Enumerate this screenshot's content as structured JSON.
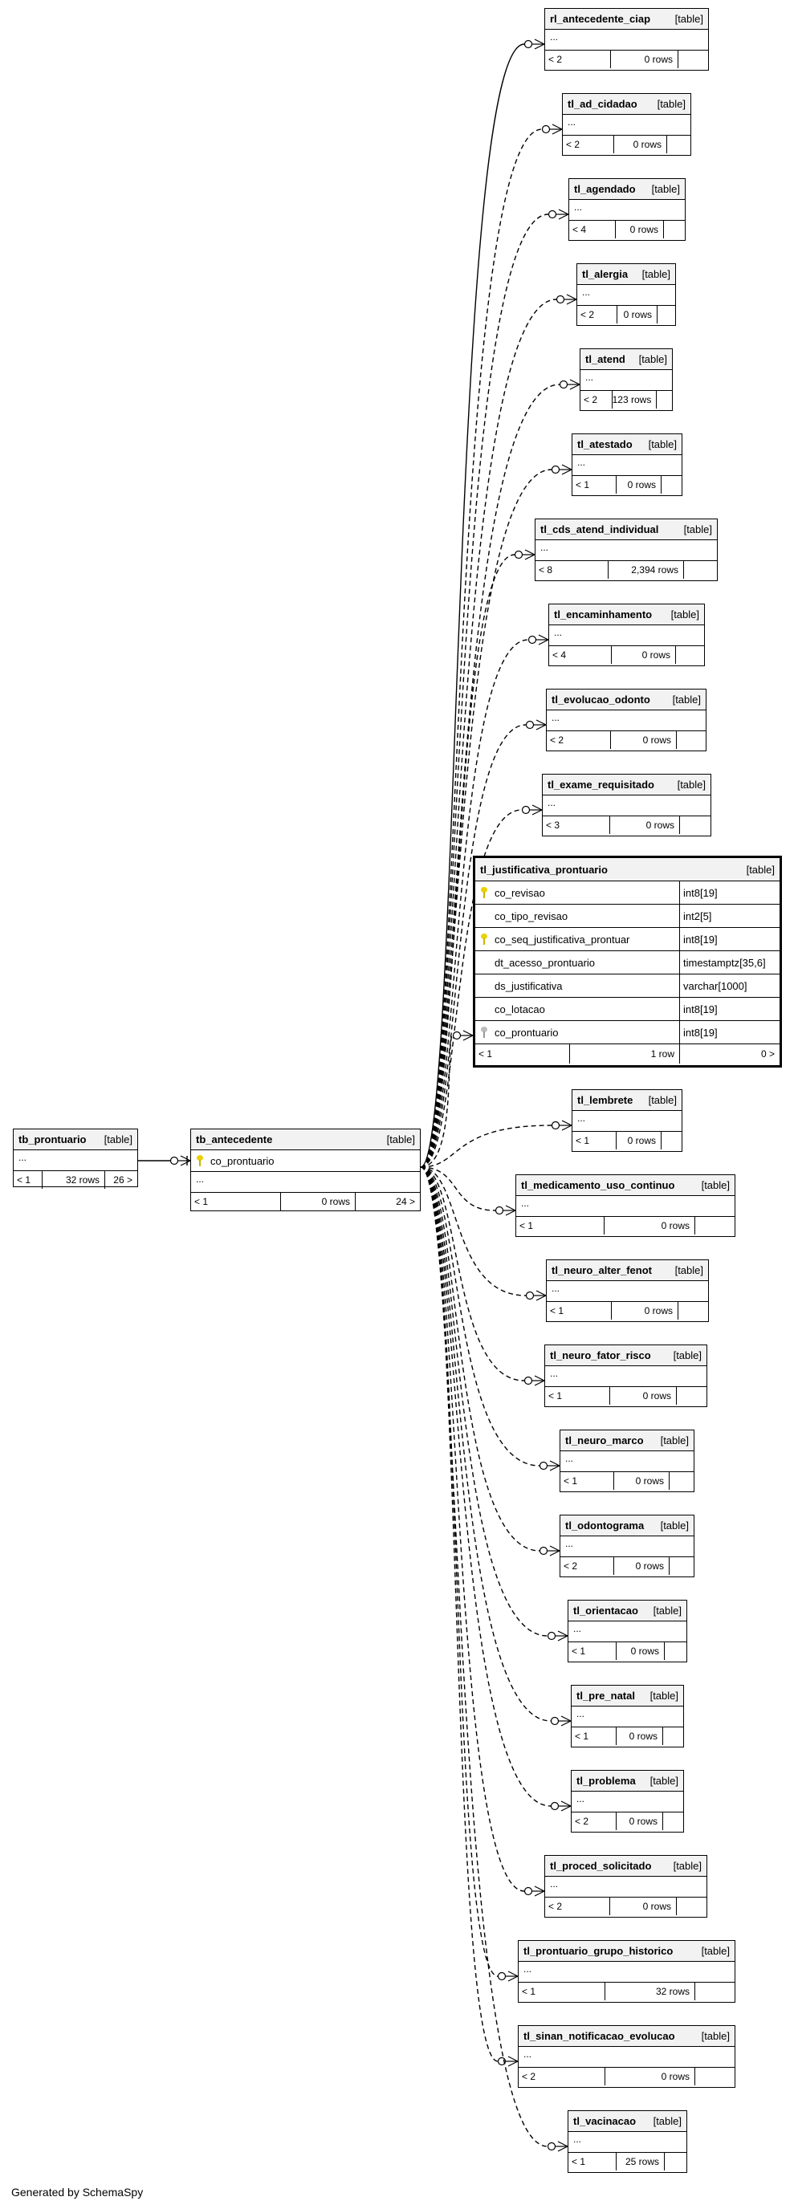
{
  "type_label": "[table]",
  "ellipsis": "...",
  "generator": "Generated by SchemaSpy",
  "hub": {
    "name": "tb_antecedente",
    "columns": [
      {
        "name": "co_prontuario",
        "key": "pk"
      }
    ],
    "footer": [
      "< 1",
      "0 rows",
      "24 >"
    ]
  },
  "parent": {
    "name": "tb_prontuario",
    "footer": [
      "< 1",
      "32 rows",
      "26 >"
    ]
  },
  "focus": {
    "name": "tl_justificativa_prontuario",
    "columns": [
      {
        "name": "co_revisao",
        "type": "int8[19]",
        "key": "pk"
      },
      {
        "name": "co_tipo_revisao",
        "type": "int2[5]",
        "key": ""
      },
      {
        "name": "co_seq_justificativa_prontuar",
        "type": "int8[19]",
        "key": "pk"
      },
      {
        "name": "dt_acesso_prontuario",
        "type": "timestamptz[35,6]",
        "key": ""
      },
      {
        "name": "ds_justificativa",
        "type": "varchar[1000]",
        "key": ""
      },
      {
        "name": "co_lotacao",
        "type": "int8[19]",
        "key": ""
      },
      {
        "name": "co_prontuario",
        "type": "int8[19]",
        "key": "fk"
      }
    ],
    "footer": [
      "< 1",
      "1 row",
      "0 >"
    ]
  },
  "children": [
    {
      "name": "rl_antecedente_ciap",
      "lt": "< 2",
      "rows": "0 rows",
      "solid": true
    },
    {
      "name": "tl_ad_cidadao",
      "lt": "< 2",
      "rows": "0 rows"
    },
    {
      "name": "tl_agendado",
      "lt": "< 4",
      "rows": "0 rows"
    },
    {
      "name": "tl_alergia",
      "lt": "< 2",
      "rows": "0 rows"
    },
    {
      "name": "tl_atend",
      "lt": "< 2",
      "rows": "123 rows"
    },
    {
      "name": "tl_atestado",
      "lt": "< 1",
      "rows": "0 rows"
    },
    {
      "name": "tl_cds_atend_individual",
      "lt": "< 8",
      "rows": "2,394 rows"
    },
    {
      "name": "tl_encaminhamento",
      "lt": "< 4",
      "rows": "0 rows"
    },
    {
      "name": "tl_evolucao_odonto",
      "lt": "< 2",
      "rows": "0 rows"
    },
    {
      "name": "tl_exame_requisitado",
      "lt": "< 3",
      "rows": "0 rows"
    },
    {
      "name": "tl_lembrete",
      "lt": "< 1",
      "rows": "0 rows"
    },
    {
      "name": "tl_medicamento_uso_continuo",
      "lt": "< 1",
      "rows": "0 rows"
    },
    {
      "name": "tl_neuro_alter_fenot",
      "lt": "< 1",
      "rows": "0 rows"
    },
    {
      "name": "tl_neuro_fator_risco",
      "lt": "< 1",
      "rows": "0 rows"
    },
    {
      "name": "tl_neuro_marco",
      "lt": "< 1",
      "rows": "0 rows"
    },
    {
      "name": "tl_odontograma",
      "lt": "< 2",
      "rows": "0 rows"
    },
    {
      "name": "tl_orientacao",
      "lt": "< 1",
      "rows": "0 rows"
    },
    {
      "name": "tl_pre_natal",
      "lt": "< 1",
      "rows": "0 rows"
    },
    {
      "name": "tl_problema",
      "lt": "< 2",
      "rows": "0 rows"
    },
    {
      "name": "tl_proced_solicitado",
      "lt": "< 2",
      "rows": "0 rows"
    },
    {
      "name": "tl_prontuario_grupo_historico",
      "lt": "< 1",
      "rows": "32 rows"
    },
    {
      "name": "tl_sinan_notificacao_evolucao",
      "lt": "< 2",
      "rows": "0 rows"
    },
    {
      "name": "tl_vacinacao",
      "lt": "< 1",
      "rows": "25 rows"
    }
  ]
}
